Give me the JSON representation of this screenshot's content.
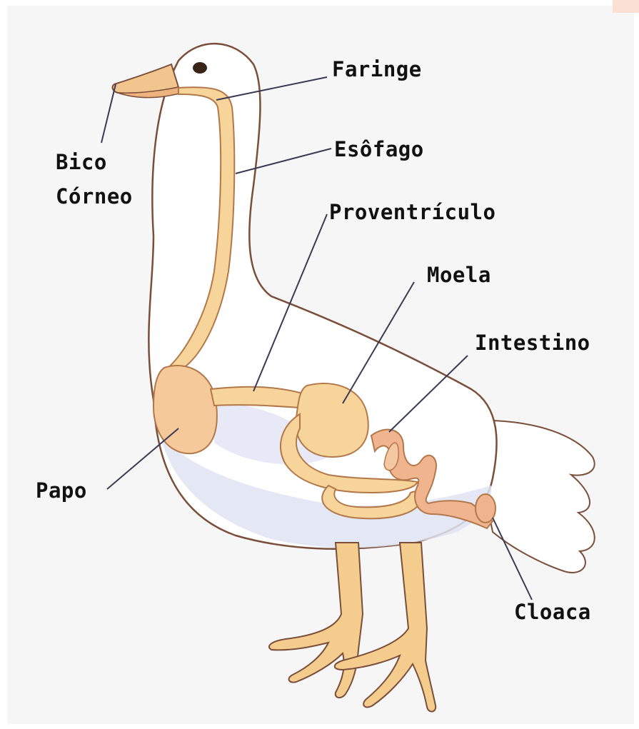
{
  "diagram": {
    "labels": {
      "faringe": "Faringe",
      "esofago": "Esôfago",
      "bico_line1": "Bico",
      "bico_line2": "Córneo",
      "proventriculo": "Proventrículo",
      "moela": "Moela",
      "intestino": "Intestino",
      "papo": "Papo",
      "cloaca": "Cloaca"
    },
    "colors": {
      "body_fill": "#ffffff",
      "belly_fill": "#dfe3f2",
      "digestive_tract": "#f6d49a",
      "tract_outline": "#b2784a",
      "legs": "#f3cc8e",
      "intestine": "#f0b58e",
      "outline": "#7a4f3a",
      "leader_line": "#3a3a55",
      "text": "#111111"
    }
  }
}
